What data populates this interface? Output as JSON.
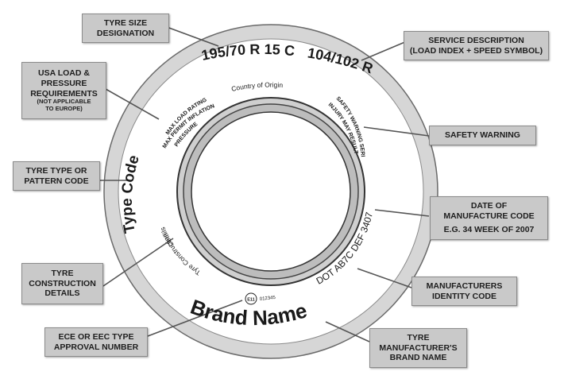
{
  "labels": {
    "size": [
      "TYRE SIZE",
      "DESIGNATION"
    ],
    "service": [
      "SERVICE DESCRIPTION",
      "(LOAD INDEX + SPEED SYMBOL)"
    ],
    "usa": [
      "USA LOAD &",
      "PRESSURE",
      "REQUIREMENTS"
    ],
    "usa_note": [
      "(NOT APPLICABLE",
      "TO EUROPE)"
    ],
    "safety": [
      "SAFETY WARNING"
    ],
    "type": [
      "TYRE TYPE OR",
      "PATTERN CODE"
    ],
    "date": [
      "DATE OF",
      "MANUFACTURE CODE"
    ],
    "date_eg": "E.G. 34 WEEK OF 2007",
    "construction": [
      "TYRE",
      "CONSTRUCTION",
      "DETAILS"
    ],
    "manuf_id": [
      "MANUFACTURERS",
      "IDENTITY CODE"
    ],
    "ece": [
      "ECE OR EEC TYPE",
      "APPROVAL NUMBER"
    ],
    "brand": [
      "TYRE",
      "MANUFACTURER'S",
      "BRAND NAME"
    ]
  },
  "tyre": {
    "size_text": "195/70 R 15 C",
    "service_text": "104/102 R",
    "origin": "Country of Origin",
    "max_load": "MAX LOAD RATING",
    "max_permit": "MAX PERMIT INFLATION",
    "pressure": "PRESSURE",
    "safety_1": "SAFETY WARNING SERIOUS",
    "safety_2": "INJURY MAY RESULT FROM",
    "type_code": "Type Code",
    "tyre_construction": "Tyre Construction",
    "details": "Details",
    "dot": "DOT AB7C DEF 3407",
    "brand_name": "Brand Name",
    "ece_mark": "E11",
    "ece_number": "012345"
  },
  "colors": {
    "background": "#ffffff",
    "label_fill": "#c9c9c9",
    "tyre_shade": "#d6d6d6",
    "line": "#555555"
  }
}
